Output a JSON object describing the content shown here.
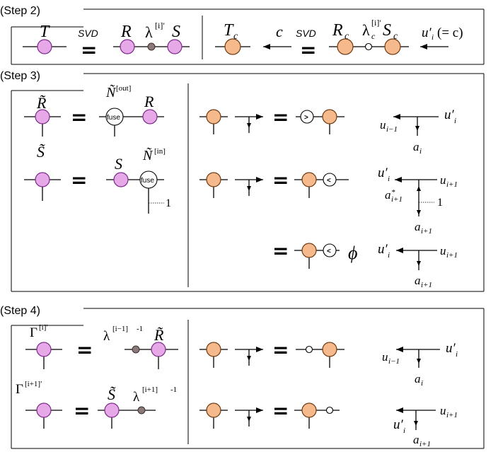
{
  "steps": {
    "step2": "(Step 2)",
    "step3": "(Step 3)",
    "step4": "(Step 4)"
  },
  "ops": {
    "svd": "SVD",
    "fuse": "fuse",
    "equals": "="
  },
  "labels": {
    "T": "T",
    "R": "R",
    "S": "S",
    "lambda_i": "λ",
    "lambda_i_sup": "[i]′",
    "Tc": "T",
    "c": "c",
    "Rc": "R",
    "Sc": "S",
    "lambda_c": "λ",
    "sub_c": "c",
    "u_prime_eq_c": "u′",
    "u_prime_eq_c_tail": "(= c)",
    "sub_i": "i",
    "R_tilde": "R̃",
    "S_tilde": "S̃",
    "N_tilde": "Ñ",
    "out_sup": "[out]",
    "in_sup": "[in]",
    "one": "1",
    "u_i_minus_1": "u",
    "sub_i_minus_1": "i−1",
    "u_i_prime": "u′",
    "a_i": "a",
    "u_i_plus_1": "u",
    "sub_i_plus_1": "i+1",
    "a_star": "a",
    "star": "*",
    "phi": "ϕ",
    "gt": ">",
    "lt": "<",
    "Gamma": "Γ",
    "gamma_i_sup": "[i]′",
    "gamma_ip1_sup": "[i+1]′",
    "lambda_im1_sup": "[i−1]",
    "lambda_ip1_sup": "[i+1]",
    "minus_one": "-1"
  }
}
